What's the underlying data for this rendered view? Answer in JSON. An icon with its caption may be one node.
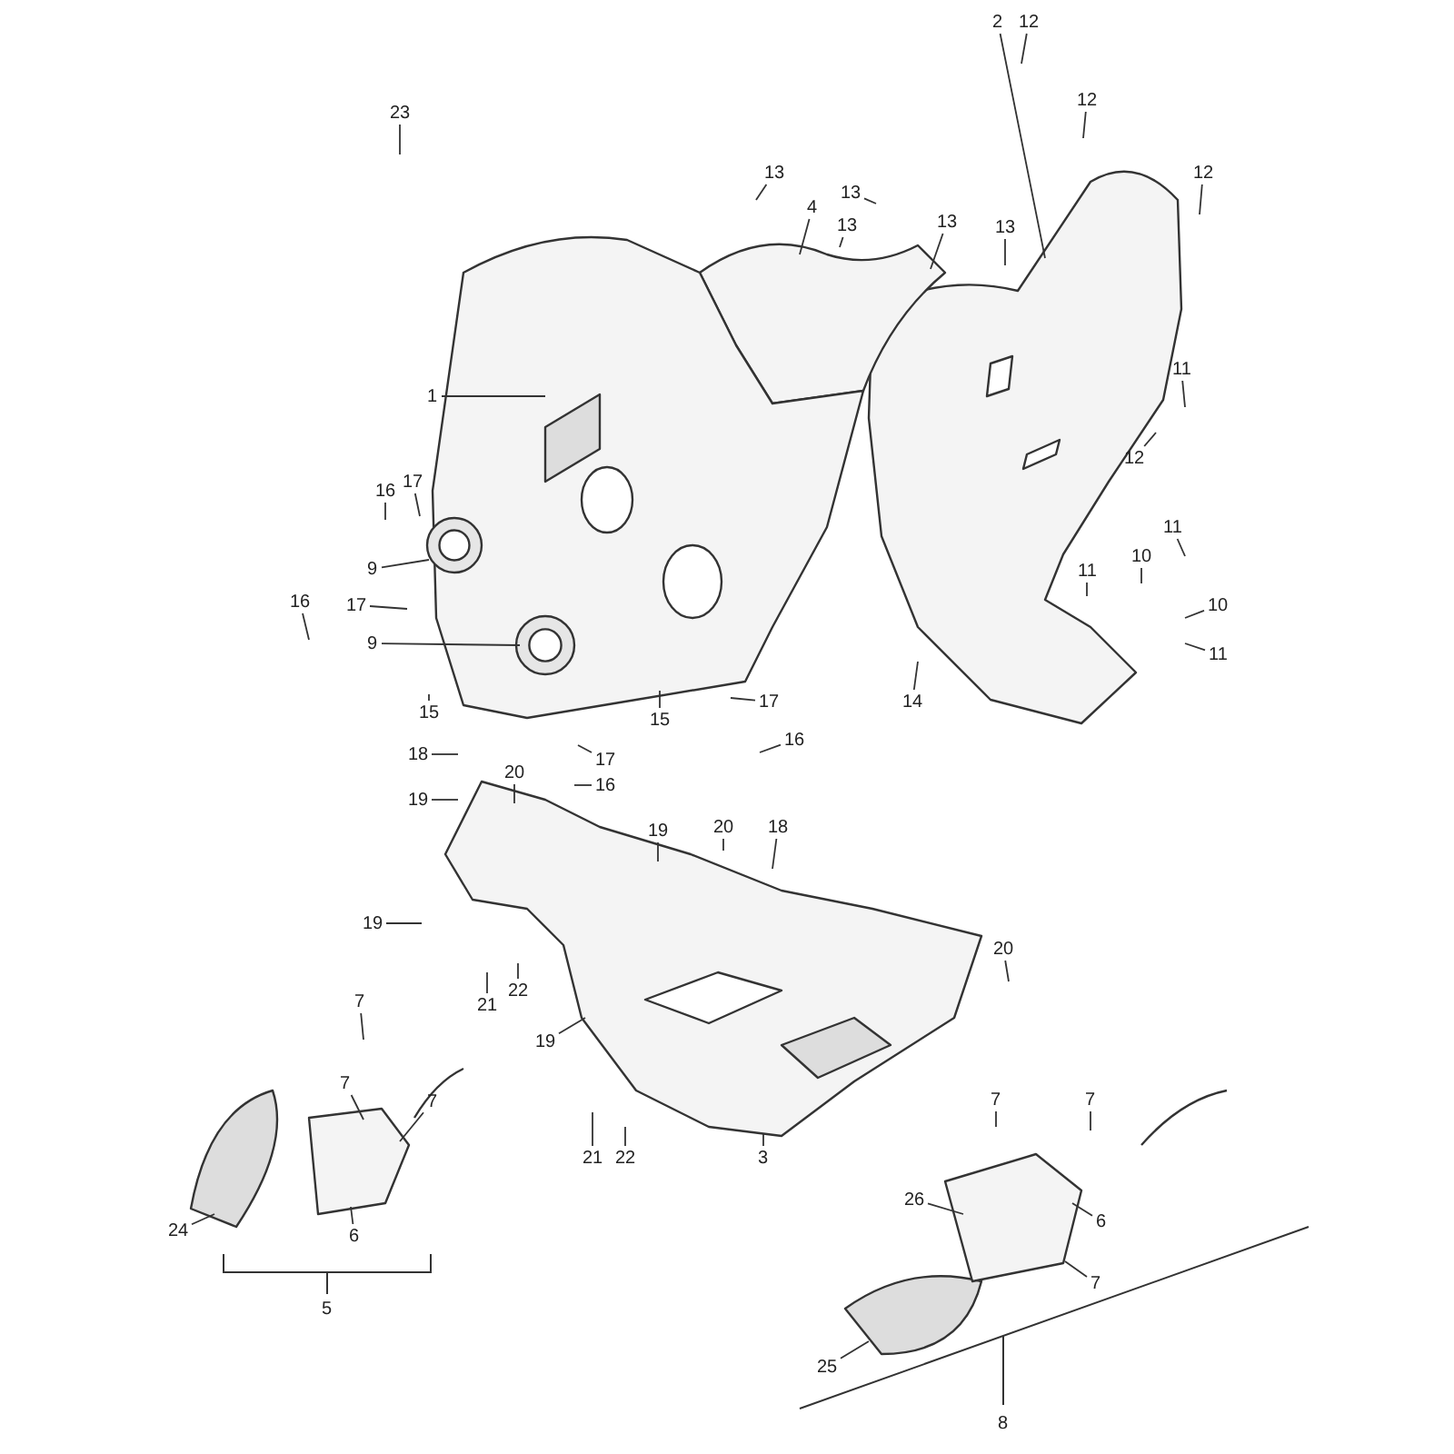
{
  "diagram": {
    "nodes": [
      {
        "text": [
          "23"
        ]
      },
      {
        "text": [
          "2"
        ]
      },
      {
        "text": [
          "12"
        ]
      },
      {
        "text": [
          "12"
        ]
      },
      {
        "text": [
          "12"
        ]
      },
      {
        "text": [
          "13"
        ]
      },
      {
        "text": [
          "13"
        ]
      },
      {
        "text": [
          "4"
        ]
      },
      {
        "text": [
          "13"
        ]
      },
      {
        "text": [
          "13"
        ]
      },
      {
        "text": [
          "13"
        ]
      },
      {
        "text": [
          "11"
        ]
      },
      {
        "text": [
          "1"
        ]
      },
      {
        "text": [
          "12"
        ]
      },
      {
        "text": [
          "16"
        ]
      },
      {
        "text": [
          "17"
        ]
      },
      {
        "text": [
          "11"
        ]
      },
      {
        "text": [
          "10"
        ]
      },
      {
        "text": [
          "11"
        ]
      },
      {
        "text": [
          "9"
        ]
      },
      {
        "text": [
          "16"
        ]
      },
      {
        "text": [
          "17"
        ]
      },
      {
        "text": [
          "10"
        ]
      },
      {
        "text": [
          "9"
        ]
      },
      {
        "text": [
          "11"
        ]
      },
      {
        "text": [
          "14"
        ]
      },
      {
        "text": [
          "15"
        ]
      },
      {
        "text": [
          "17"
        ]
      },
      {
        "text": [
          "16"
        ]
      },
      {
        "text": [
          "15"
        ]
      },
      {
        "text": [
          "17"
        ]
      },
      {
        "text": [
          "16"
        ]
      },
      {
        "text": [
          "18"
        ]
      },
      {
        "text": [
          "19"
        ]
      },
      {
        "text": [
          "20"
        ]
      },
      {
        "text": [
          "19"
        ]
      },
      {
        "text": [
          "20"
        ]
      },
      {
        "text": [
          "18"
        ]
      },
      {
        "text": [
          "19"
        ]
      },
      {
        "text": [
          "20"
        ]
      },
      {
        "text": [
          "21"
        ]
      },
      {
        "text": [
          "22"
        ]
      },
      {
        "text": [
          "7"
        ]
      },
      {
        "text": [
          "19"
        ]
      },
      {
        "text": [
          "7"
        ]
      },
      {
        "text": [
          "7"
        ]
      },
      {
        "text": [
          "7"
        ]
      },
      {
        "text": [
          "7"
        ]
      },
      {
        "text": [
          "24"
        ]
      },
      {
        "text": [
          "6"
        ]
      },
      {
        "text": [
          "21"
        ]
      },
      {
        "text": [
          "22"
        ]
      },
      {
        "text": [
          "3"
        ]
      },
      {
        "text": [
          "26"
        ]
      },
      {
        "text": [
          "6"
        ]
      },
      {
        "text": [
          "7"
        ]
      },
      {
        "text": [
          "25"
        ]
      },
      {
        "text": [],
        "shape": "picture"
      },
      {
        "text": [],
        "shape": "picture"
      },
      {
        "text": [],
        "shape": "picture"
      },
      {
        "text": [],
        "shape": "picture"
      },
      {
        "text": [],
        "shape": "picture"
      },
      {
        "text": [],
        "shape": "picture"
      },
      {
        "text": [],
        "shape": "picture"
      },
      {
        "text": [],
        "shape": "picture"
      },
      {
        "text": [],
        "shape": "circle"
      },
      {
        "text": [],
        "shape": "circle",
        "in": 59
      }
    ],
    "edges": [
      {
        "from": 0,
        "to": null,
        "arrow": "none"
      },
      {
        "from": 1,
        "to": 57,
        "arrow": "none"
      },
      {
        "from": 2,
        "to": null,
        "arrow": "none"
      },
      {
        "from": 3,
        "to": null,
        "arrow": "none"
      },
      {
        "from": 4,
        "to": null,
        "arrow": "none"
      },
      {
        "from": 5,
        "to": null,
        "arrow": "none"
      },
      {
        "from": 6,
        "to": null,
        "arrow": "none"
      },
      {
        "from": 7,
        "to": 58,
        "arrow": "none"
      },
      {
        "from": 8,
        "to": null,
        "arrow": "none"
      },
      {
        "from": 9,
        "to": 58,
        "arrow": "none"
      },
      {
        "from": 10,
        "to": null,
        "arrow": "none"
      },
      {
        "from": 11,
        "to": null,
        "arrow": "none"
      },
      {
        "from": 12,
        "to": 59,
        "arrow": "none"
      },
      {
        "from": 13,
        "to": null,
        "arrow": "none"
      },
      {
        "from": 14,
        "to": null,
        "arrow": "none"
      },
      {
        "from": 15,
        "to": null,
        "arrow": "none"
      },
      {
        "from": 16,
        "to": null,
        "arrow": "none"
      },
      {
        "from": 17,
        "to": null,
        "arrow": "none"
      },
      {
        "from": 18,
        "to": null,
        "arrow": "none"
      },
      {
        "from": 19,
        "to": 65,
        "arrow": "none"
      },
      {
        "from": 20,
        "to": null,
        "arrow": "none"
      },
      {
        "from": 21,
        "to": null,
        "arrow": "none"
      },
      {
        "from": 22,
        "to": null,
        "arrow": "none"
      },
      {
        "from": 23,
        "to": 66,
        "arrow": "none"
      },
      {
        "from": 24,
        "to": null,
        "arrow": "none"
      },
      {
        "from": 25,
        "to": null,
        "arrow": "none"
      },
      {
        "from": 26,
        "to": null,
        "arrow": "none"
      },
      {
        "from": 27,
        "to": null,
        "arrow": "none"
      },
      {
        "from": 28,
        "to": null,
        "arrow": "none"
      },
      {
        "from": 29,
        "to": 59,
        "arrow": "none"
      },
      {
        "from": 30,
        "to": null,
        "arrow": "none"
      },
      {
        "from": 31,
        "to": null,
        "arrow": "none"
      },
      {
        "from": 32,
        "to": null,
        "arrow": "none"
      },
      {
        "from": 33,
        "to": null,
        "arrow": "none"
      },
      {
        "from": 34,
        "to": 60,
        "arrow": "none"
      },
      {
        "from": 35,
        "to": 60,
        "arrow": "none"
      },
      {
        "from": 36,
        "to": null,
        "arrow": "none"
      },
      {
        "from": 37,
        "to": null,
        "arrow": "none"
      },
      {
        "from": 38,
        "to": null,
        "arrow": "none"
      },
      {
        "from": 39,
        "to": null,
        "arrow": "none"
      },
      {
        "from": 40,
        "to": null,
        "arrow": "none"
      },
      {
        "from": 41,
        "to": null,
        "arrow": "none"
      },
      {
        "from": 42,
        "to": null,
        "arrow": "none"
      },
      {
        "from": 43,
        "to": 60,
        "arrow": "none"
      },
      {
        "from": 44,
        "to": 63,
        "arrow": "none"
      },
      {
        "from": 45,
        "to": 63,
        "arrow": "none"
      },
      {
        "from": 46,
        "to": null,
        "arrow": "none"
      },
      {
        "from": 47,
        "to": null,
        "arrow": "none"
      },
      {
        "from": 48,
        "to": 61,
        "arrow": "none"
      },
      {
        "from": 49,
        "to": 63,
        "arrow": "none"
      },
      {
        "from": 50,
        "to": null,
        "arrow": "none"
      },
      {
        "from": 51,
        "to": null,
        "arrow": "none"
      },
      {
        "from": 52,
        "to": 60,
        "arrow": "none"
      },
      {
        "from": 53,
        "to": 64,
        "arrow": "none"
      },
      {
        "from": 54,
        "to": 64,
        "arrow": "none"
      },
      {
        "from": 55,
        "to": 64,
        "arrow": "none"
      },
      {
        "from": 56,
        "to": 62,
        "arrow": "none"
      }
    ],
    "labels": [
      "5",
      "8"
    ]
  }
}
